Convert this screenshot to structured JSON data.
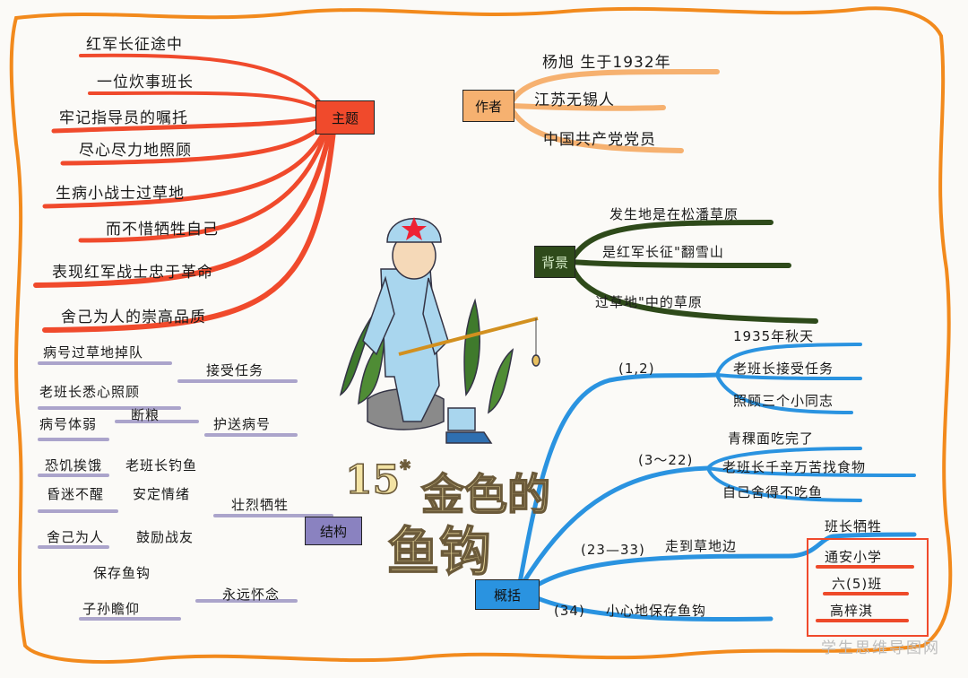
{
  "title": {
    "number": "15",
    "mark": "*",
    "line1": "金色的",
    "line2": "鱼钩"
  },
  "theme": {
    "label": "主题",
    "items": [
      "红军长征途中",
      "一位炊事班长",
      "牢记指导员的嘱托",
      "尽心尽力地照顾",
      "生病小战士过草地",
      "而不惜牺牲自己",
      "表现红军战士忠于革命",
      "舍己为人的崇高品质"
    ]
  },
  "author": {
    "label": "作者",
    "items": [
      "杨旭  生于1932年",
      "江苏无锡人",
      "中国共产党党员"
    ]
  },
  "background": {
    "label": "背景",
    "items": [
      "发生地是在松潘草原",
      "是红军长征\"翻雪山",
      "过草地\"中的草原"
    ]
  },
  "structure": {
    "label": "结构",
    "items": [
      "病号过草地掉队",
      "接受任务",
      "老班长悉心照顾",
      "病号体弱",
      "断粮",
      "护送病号",
      "恐饥挨饿",
      "老班长钓鱼",
      "昏迷不醒",
      "安定情绪",
      "壮烈牺牲",
      "舍己为人",
      "鼓励战友",
      "保存鱼钩",
      "子孙瞻仰",
      "永远怀念"
    ]
  },
  "summary": {
    "label": "概括",
    "groups": [
      {
        "range": "(1,2)",
        "items": [
          "1935年秋天",
          "老班长接受任务",
          "照顾三个小同志"
        ]
      },
      {
        "range": "(3～22)",
        "items": [
          "青稞面吃完了",
          "老班长千辛万苦找食物",
          "自己舍得不吃鱼"
        ]
      },
      {
        "range": "(23—33)",
        "items": [
          "走到草地边",
          "班长牺牲"
        ]
      },
      {
        "range": "(34)",
        "items": [
          "小心地保存鱼钩"
        ]
      }
    ]
  },
  "credits": [
    "通安小学",
    "六(5)班",
    "高梓淇"
  ],
  "watermark": "学生思维导图网",
  "colors": {
    "border": "#f28a1d",
    "theme": "#f04a2c",
    "author": "#f6b170",
    "background": "#2e4a1a",
    "summary": "#2a93e0",
    "structure": "#6a5fa8",
    "credits": "#ee4a2a"
  }
}
